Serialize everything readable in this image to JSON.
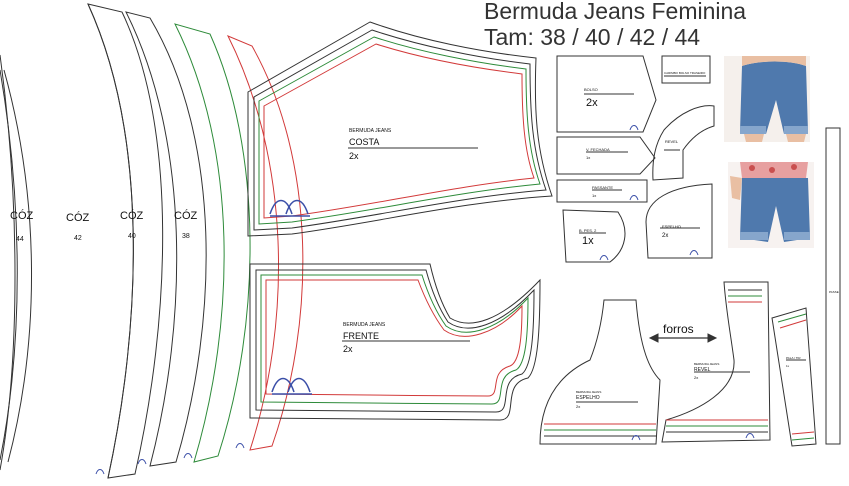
{
  "title": {
    "line1": "Bermuda Jeans Feminina",
    "line2": "Tam: 38 / 40 / 42 / 44"
  },
  "waistbands": [
    {
      "label": "CÓZ",
      "size": "44",
      "color": "#333333"
    },
    {
      "label": "CÓZ",
      "size": "42",
      "color": "#333333"
    },
    {
      "label": "CÓZ",
      "size": "40",
      "color": "#2e8b3a"
    },
    {
      "label": "CÓZ",
      "size": "38",
      "color": "#d23a3a"
    }
  ],
  "back": {
    "small": "BERMUDA JEANS",
    "name": "COSTA",
    "qty": "2x"
  },
  "front": {
    "small": "BERMUDA JEANS",
    "name": "FRENTE",
    "qty": "2x"
  },
  "small_pieces": {
    "bolso": {
      "small": "BOLSO",
      "qty": "2x"
    },
    "vista": {
      "small": "V. FECHADA",
      "qty": "1x"
    },
    "passante": {
      "small": "PASSANTE",
      "qty": "1x"
    },
    "pesponto": {
      "small": "B. PES. 2",
      "qty": "1x"
    },
    "revel": {
      "small": "REVEL"
    },
    "espelho": {
      "small": "ESPELHO",
      "qty": "2x"
    },
    "carimbo": {
      "small": "CARIMBO BOLSO TRASEIRO"
    }
  },
  "linings": {
    "arrow_label": "forros",
    "espelho": {
      "small": "BERMUDA JEANS",
      "name": "ESPELHO",
      "qty": "2x"
    },
    "revel": {
      "small": "BERMUDA JEANS",
      "name": "REVEL",
      "qty": "2x"
    },
    "tira": {
      "small": "PALA / TIR",
      "qty": "1x"
    }
  },
  "long_strip": {
    "small": "PASSE"
  },
  "colors": {
    "outline": "#333333",
    "green": "#2e8b3a",
    "red": "#d23a3a",
    "blue": "#3b4fa8",
    "denim": "#4f79ad",
    "skin": "#e9bfa3"
  }
}
